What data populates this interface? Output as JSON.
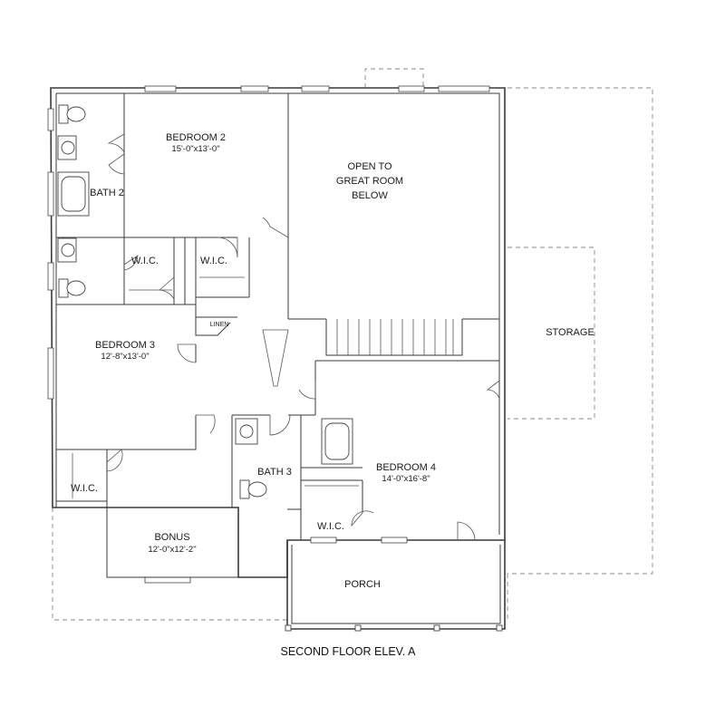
{
  "plan_title": "SECOND FLOOR ELEV. A",
  "rooms": {
    "bedroom2": {
      "name": "BEDROOM 2",
      "dims": "15'-0\"x13'-0\""
    },
    "bedroom3": {
      "name": "BEDROOM 3",
      "dims": "12'-8\"x13'-0\""
    },
    "bedroom4": {
      "name": "BEDROOM 4",
      "dims": "14'-0\"x16'-8\""
    },
    "bonus": {
      "name": "BONUS",
      "dims": "12'-0\"x12'-2\""
    },
    "bath2": {
      "name": "BATH 2"
    },
    "bath3": {
      "name": "BATH 3"
    },
    "wic_bed2_left": {
      "name": "W.I.C."
    },
    "wic_bed2_right": {
      "name": "W.I.C."
    },
    "wic_bonus": {
      "name": "W.I.C."
    },
    "wic_bed4": {
      "name": "W.I.C."
    },
    "linen": {
      "name": "LINEN"
    },
    "open_to_below": {
      "line1": "OPEN TO",
      "line2": "GREAT ROOM",
      "line3": "BELOW"
    },
    "storage": {
      "name": "STORAGE"
    },
    "porch": {
      "name": "PORCH"
    }
  }
}
